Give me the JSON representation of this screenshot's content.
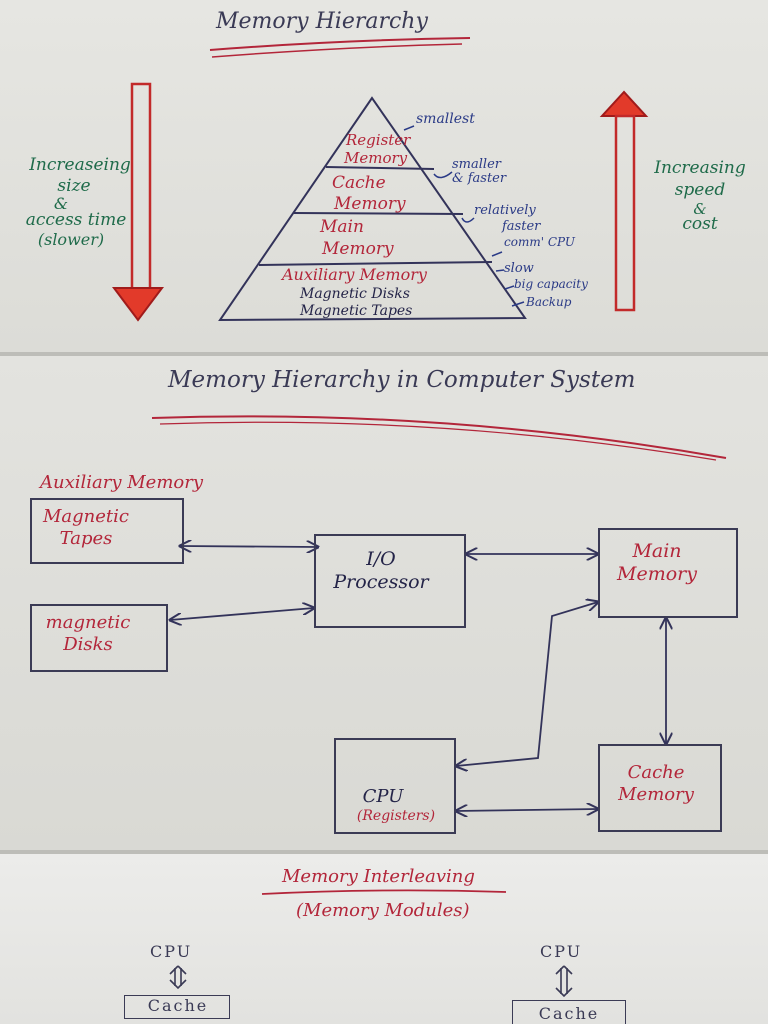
{
  "panel1": {
    "title": "Memory Hierarchy",
    "left_label": [
      "Increaseing",
      "size",
      "&",
      "access time",
      "(slower)"
    ],
    "right_label": [
      "Increasing",
      "speed",
      "&",
      "cost"
    ],
    "pyramid_levels": [
      {
        "lines": [
          "Register",
          "Memory"
        ]
      },
      {
        "lines": [
          "Cache",
          "Memory"
        ]
      },
      {
        "lines": [
          "Main",
          "Memory"
        ]
      },
      {
        "lines": [
          "Auxiliary Memory",
          "Magnetic Disks",
          "Magnetic Tapes"
        ]
      }
    ],
    "annotations": {
      "smallest": "smallest",
      "smaller": "smaller",
      "faster": "& faster",
      "relatively": "relatively",
      "faster2": "faster",
      "comm_cpu": "comm' CPU",
      "slow": "slow",
      "big_capacity": "big capacity",
      "backup": "Backup"
    }
  },
  "panel2": {
    "title": "Memory Hierarchy in Computer System",
    "aux_label": "Auxiliary Memory",
    "boxes": {
      "tapes": "Magnetic Tapes",
      "disks": "magnetic Disks",
      "io": "I/O Processor",
      "main": "Main Memory",
      "cpu": "CPU",
      "cpu_sub": "(Registers)",
      "cache": "Cache Memory"
    }
  },
  "panel3": {
    "title": "Memory Interleaving",
    "subtitle": "(Memory Modules)",
    "left_cpu": "CPU",
    "left_cache": "Cache",
    "right_cpu": "CPU",
    "right_cache": "Cache"
  }
}
